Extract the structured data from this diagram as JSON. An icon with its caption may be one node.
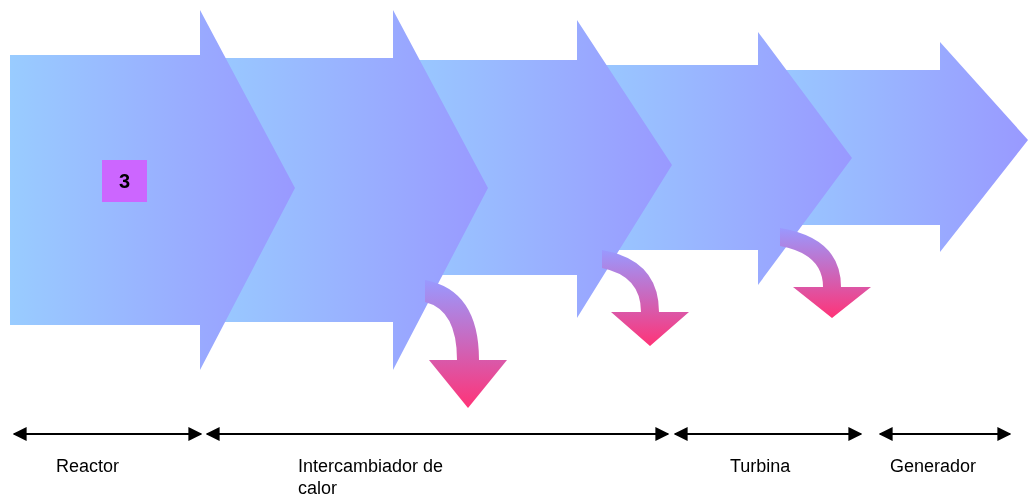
{
  "diagram": {
    "nodes": [
      {
        "text": [
          "3"
        ]
      }
    ],
    "labels": [
      "Reactor",
      "Intercambiador de calor",
      "Turbina",
      "Generador"
    ]
  }
}
